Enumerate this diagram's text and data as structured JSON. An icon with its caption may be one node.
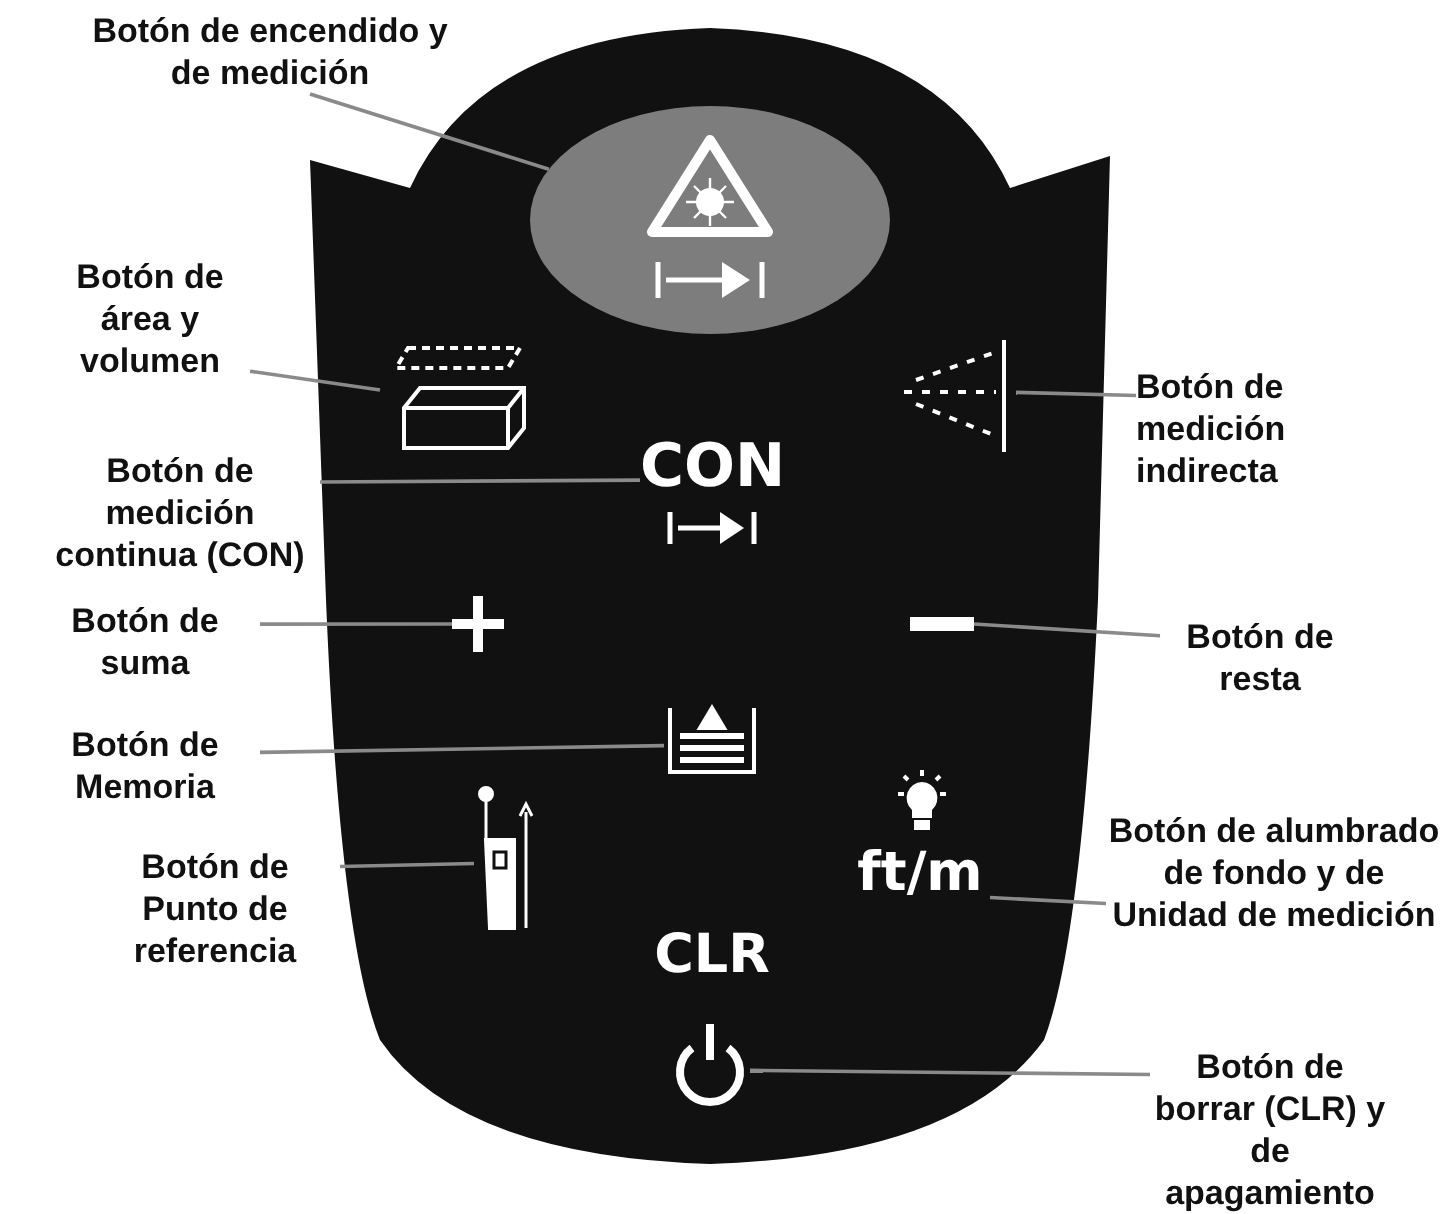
{
  "diagram": {
    "nodes": [
      {
        "text": [
          "Botón de encendido y de medición"
        ]
      },
      {
        "text": [],
        "shape": "ellipse"
      },
      {
        "text": [
          "Botón de área y volumen"
        ]
      },
      {
        "text": [],
        "shape": "icon"
      },
      {
        "text": [
          "Botón de medición indirecta"
        ]
      },
      {
        "text": [],
        "shape": "icon"
      },
      {
        "text": [
          "Botón de medición continua (CON)"
        ]
      },
      {
        "text": [
          "CON"
        ]
      },
      {
        "text": [
          "Botón de suma"
        ]
      },
      {
        "text": [],
        "shape": "icon"
      },
      {
        "text": [
          "Botón de resta"
        ]
      },
      {
        "text": [],
        "shape": "icon"
      },
      {
        "text": [
          "Botón de Memoria"
        ]
      },
      {
        "text": [],
        "shape": "icon"
      },
      {
        "text": [
          "Botón de Punto de referencia"
        ]
      },
      {
        "text": [],
        "shape": "icon"
      },
      {
        "text": [
          "Botón de alumbrado de fondo y de Unidad de medición"
        ]
      },
      {
        "text": [
          "ft/m"
        ]
      },
      {
        "text": [
          "Botón de borrar (CLR) y de apagamiento"
        ]
      },
      {
        "text": [],
        "shape": "icon"
      }
    ],
    "edges": [
      {
        "from": 0,
        "to": 1,
        "arrow": "none"
      },
      {
        "from": 2,
        "to": 3,
        "arrow": "none"
      },
      {
        "from": 4,
        "to": 5,
        "arrow": "none"
      },
      {
        "from": 6,
        "to": 7,
        "arrow": "none"
      },
      {
        "from": 8,
        "to": 9,
        "arrow": "none"
      },
      {
        "from": 10,
        "to": 11,
        "arrow": "none"
      },
      {
        "from": 12,
        "to": 13,
        "arrow": "none"
      },
      {
        "from": 14,
        "to": 15,
        "arrow": "none"
      },
      {
        "from": 16,
        "to": 17,
        "arrow": "none"
      },
      {
        "from": 18,
        "to": 19,
        "arrow": "none"
      }
    ],
    "labels": [
      "CLR"
    ]
  }
}
